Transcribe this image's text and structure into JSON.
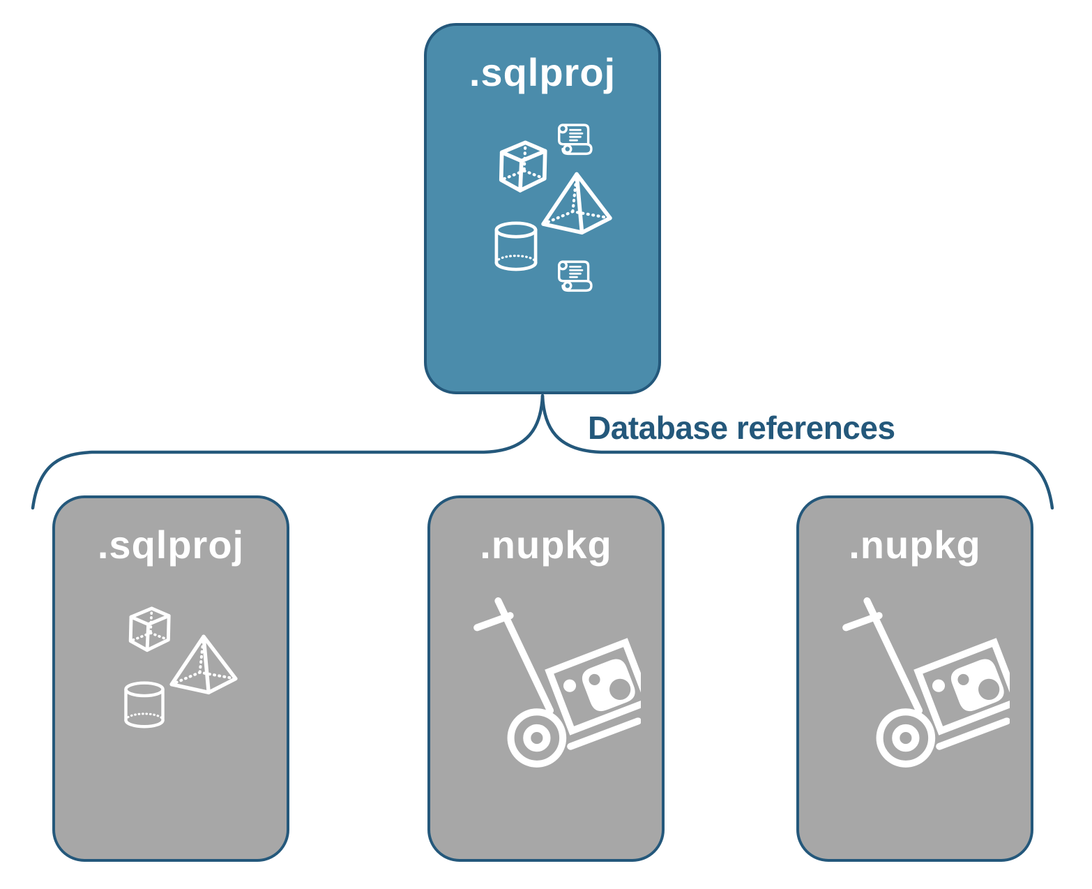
{
  "diagram": {
    "root_box": {
      "label": ".sqlproj",
      "icons": [
        "script-scroll",
        "cube",
        "pyramid",
        "cylinder",
        "script-scroll"
      ]
    },
    "connector": {
      "label": "Database references"
    },
    "child_boxes": [
      {
        "label": ".sqlproj",
        "icons": [
          "cube",
          "pyramid",
          "cylinder"
        ]
      },
      {
        "label": ".nupkg",
        "icons": [
          "nuget-hand-truck"
        ]
      },
      {
        "label": ".nupkg",
        "icons": [
          "nuget-hand-truck"
        ]
      }
    ],
    "colors": {
      "root_fill": "#4B8CAB",
      "child_fill": "#A7A7A7",
      "outline": "#24587B",
      "label_text": "#24587B",
      "icon": "#FFFFFF",
      "title_text": "#FFFFFF",
      "background": "#FFFFFF"
    }
  }
}
